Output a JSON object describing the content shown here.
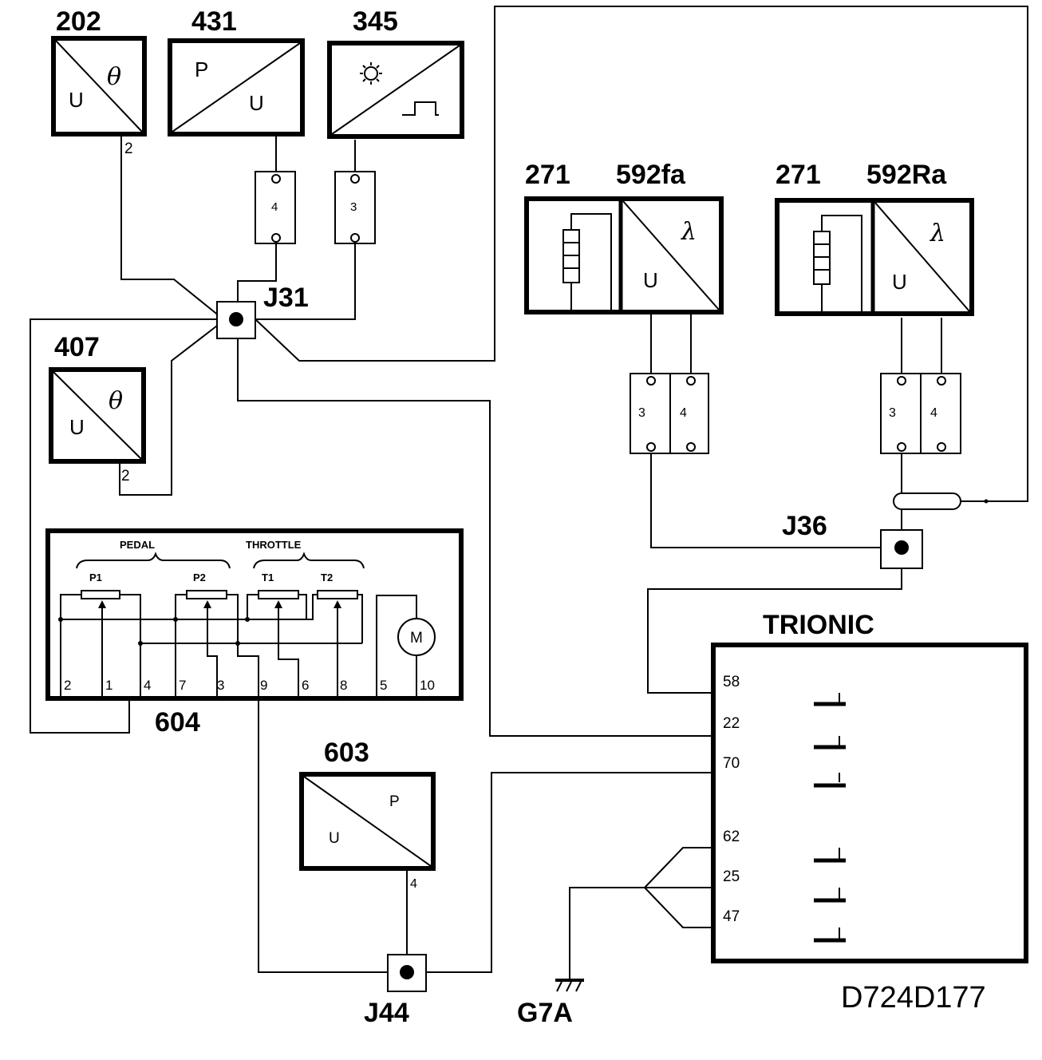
{
  "components": {
    "c202": {
      "id": "202",
      "in": "U",
      "out": "θ",
      "pin": "2"
    },
    "c431": {
      "id": "431",
      "in": "P",
      "out": "U"
    },
    "c345": {
      "id": "345"
    },
    "c407": {
      "id": "407",
      "in": "U",
      "out": "θ",
      "pin": "2"
    },
    "c603": {
      "id": "603",
      "in": "U",
      "out": "P",
      "pin": "4"
    },
    "sensor_front": {
      "id_heater": "271",
      "id": "592fa",
      "in": "U",
      "out": "λ"
    },
    "sensor_rear": {
      "id_heater": "271",
      "id": "592Ra",
      "in": "U",
      "out": "λ"
    }
  },
  "connectors": {
    "c431": "4",
    "c345": "3",
    "front_left": "3",
    "front_right": "4",
    "rear_left": "3",
    "rear_right": "4"
  },
  "junctions": {
    "j31": "J31",
    "j36": "J36",
    "j44": "J44"
  },
  "ground": "G7A",
  "pedal_unit": {
    "id": "604",
    "pedal_label": "PEDAL",
    "throttle_label": "THROTTLE",
    "pots": [
      "P1",
      "P2",
      "T1",
      "T2"
    ],
    "motor": "M",
    "pins": [
      "2",
      "1",
      "4",
      "7",
      "3",
      "9",
      "6",
      "8",
      "5",
      "10"
    ]
  },
  "ecu": {
    "title": "TRIONIC",
    "pins": [
      "58",
      "22",
      "70",
      "62",
      "25",
      "47"
    ]
  },
  "diagram_code": "D724D177"
}
